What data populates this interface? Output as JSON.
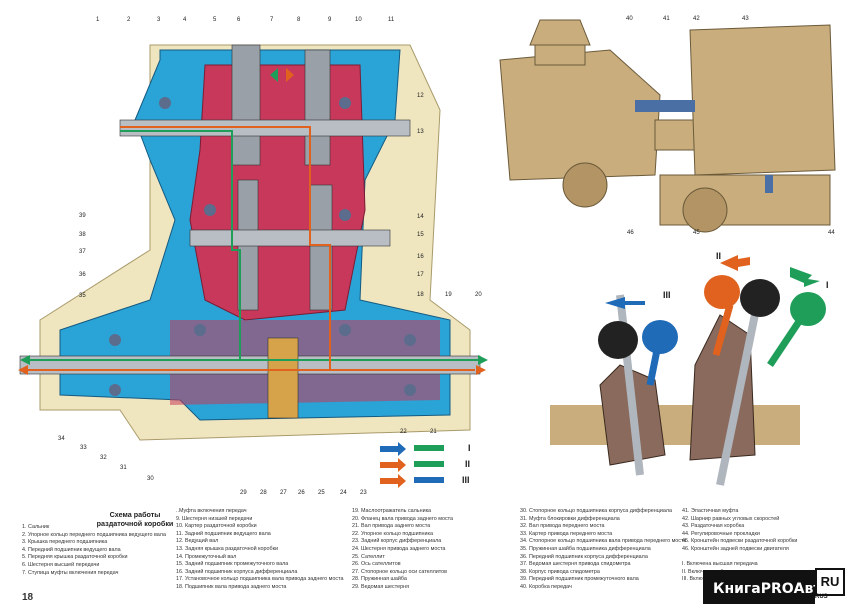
{
  "page_number": "18",
  "brand": {
    "name": "КнигаPROАвто",
    "suffix": "RU",
    "country": "RUS"
  },
  "gear_labels": {
    "high": "I",
    "neutral": "II",
    "low": "III"
  },
  "colors": {
    "housing": "#2aa3d6",
    "gear_red": "#c8385a",
    "cream": "#efe6c0",
    "tan": "#c9ad7c",
    "path_green": "#1f9e5a",
    "path_orange": "#e0621e",
    "path_blue": "#1f6bb8"
  },
  "callouts_left": [
    "1",
    "2",
    "3",
    "4",
    "5",
    "6",
    "7",
    "8",
    "9",
    "10",
    "11",
    "12",
    "13",
    "14",
    "15",
    "16",
    "17",
    "18",
    "19",
    "20",
    "21",
    "22",
    "23",
    "24",
    "25",
    "26",
    "27",
    "28",
    "29",
    "30",
    "31",
    "32",
    "33",
    "34",
    "35",
    "36",
    "37",
    "38",
    "39"
  ],
  "callouts_right": [
    "40",
    "41",
    "42",
    "43",
    "44",
    "45",
    "46"
  ],
  "legend": {
    "title_line1": "Схема работы",
    "title_line2": "раздаточной коробки",
    "columns": [
      [
        "1. Сальник",
        "2. Упорное кольцо переднего подшипника ведущего вала",
        "3. Крышка переднего подшипника",
        "4. Передний подшипник ведущего вала",
        "5. Передняя крышка раздаточной коробки",
        "6. Шестерня высшей передачи",
        "7. Ступица муфты включения передач"
      ],
      [
        "..Муфта включения передач",
        "9. Шестерня низшей передачи",
        "10. Картер раздаточной коробки",
        "11. Задний подшипник ведущего вала",
        "12. Ведущий вал",
        "13. Задняя крышка раздаточной коробки",
        "14. Промежуточный вал",
        "15. Задний подшипник промежуточного вала",
        "16. Задний подшипник корпуса дифференциала",
        "17. Установочное кольцо подшипника вала привода заднего моста",
        "18. Подшипник вала привода заднего моста"
      ],
      [
        "19. Маслоотражатель сальника",
        "20. Фланец вала привода заднего моста",
        "21. Вал привода заднего моста",
        "22. Упорное кольцо подшипника",
        "23. Задний корпус дифференциала",
        "24. Шестерня привода заднего моста",
        "25. Сателлит",
        "26. Ось сателлитов",
        "27. Стопорное кольцо оси сателлитов",
        "28. Пружинная шайба",
        "29. Ведомая шестерня"
      ],
      [
        "30. Стопорное кольцо подшипника корпуса дифференциала",
        "31. Муфта блокировки дифференциала",
        "32. Вал привода переднего моста",
        "33. Картер привода переднего моста",
        "34. Стопорное кольцо подшипника вала привода переднего моста",
        "35. Пружинная шайба подшипника дифференциала",
        "36. Передний подшипник корпуса дифференциала",
        "37. Ведомая шестерня привода спидометра",
        "38. Корпус привода спидометра",
        "39. Передний подшипник промежуточного вала",
        "40. Коробка передач"
      ],
      [
        "41. Эластичная муфта",
        "42. Шарнир равных угловых скоростей",
        "43. Раздаточная коробка",
        "44. Регулировочные прокладки",
        "45. Кронштейн подвески раздаточной коробки",
        "46. Кронштейн задней подвески двигателя",
        "",
        "I.   Включена высшая передача",
        "II.  Включена нейтраль",
        "III. Включена низшая передача"
      ]
    ]
  }
}
